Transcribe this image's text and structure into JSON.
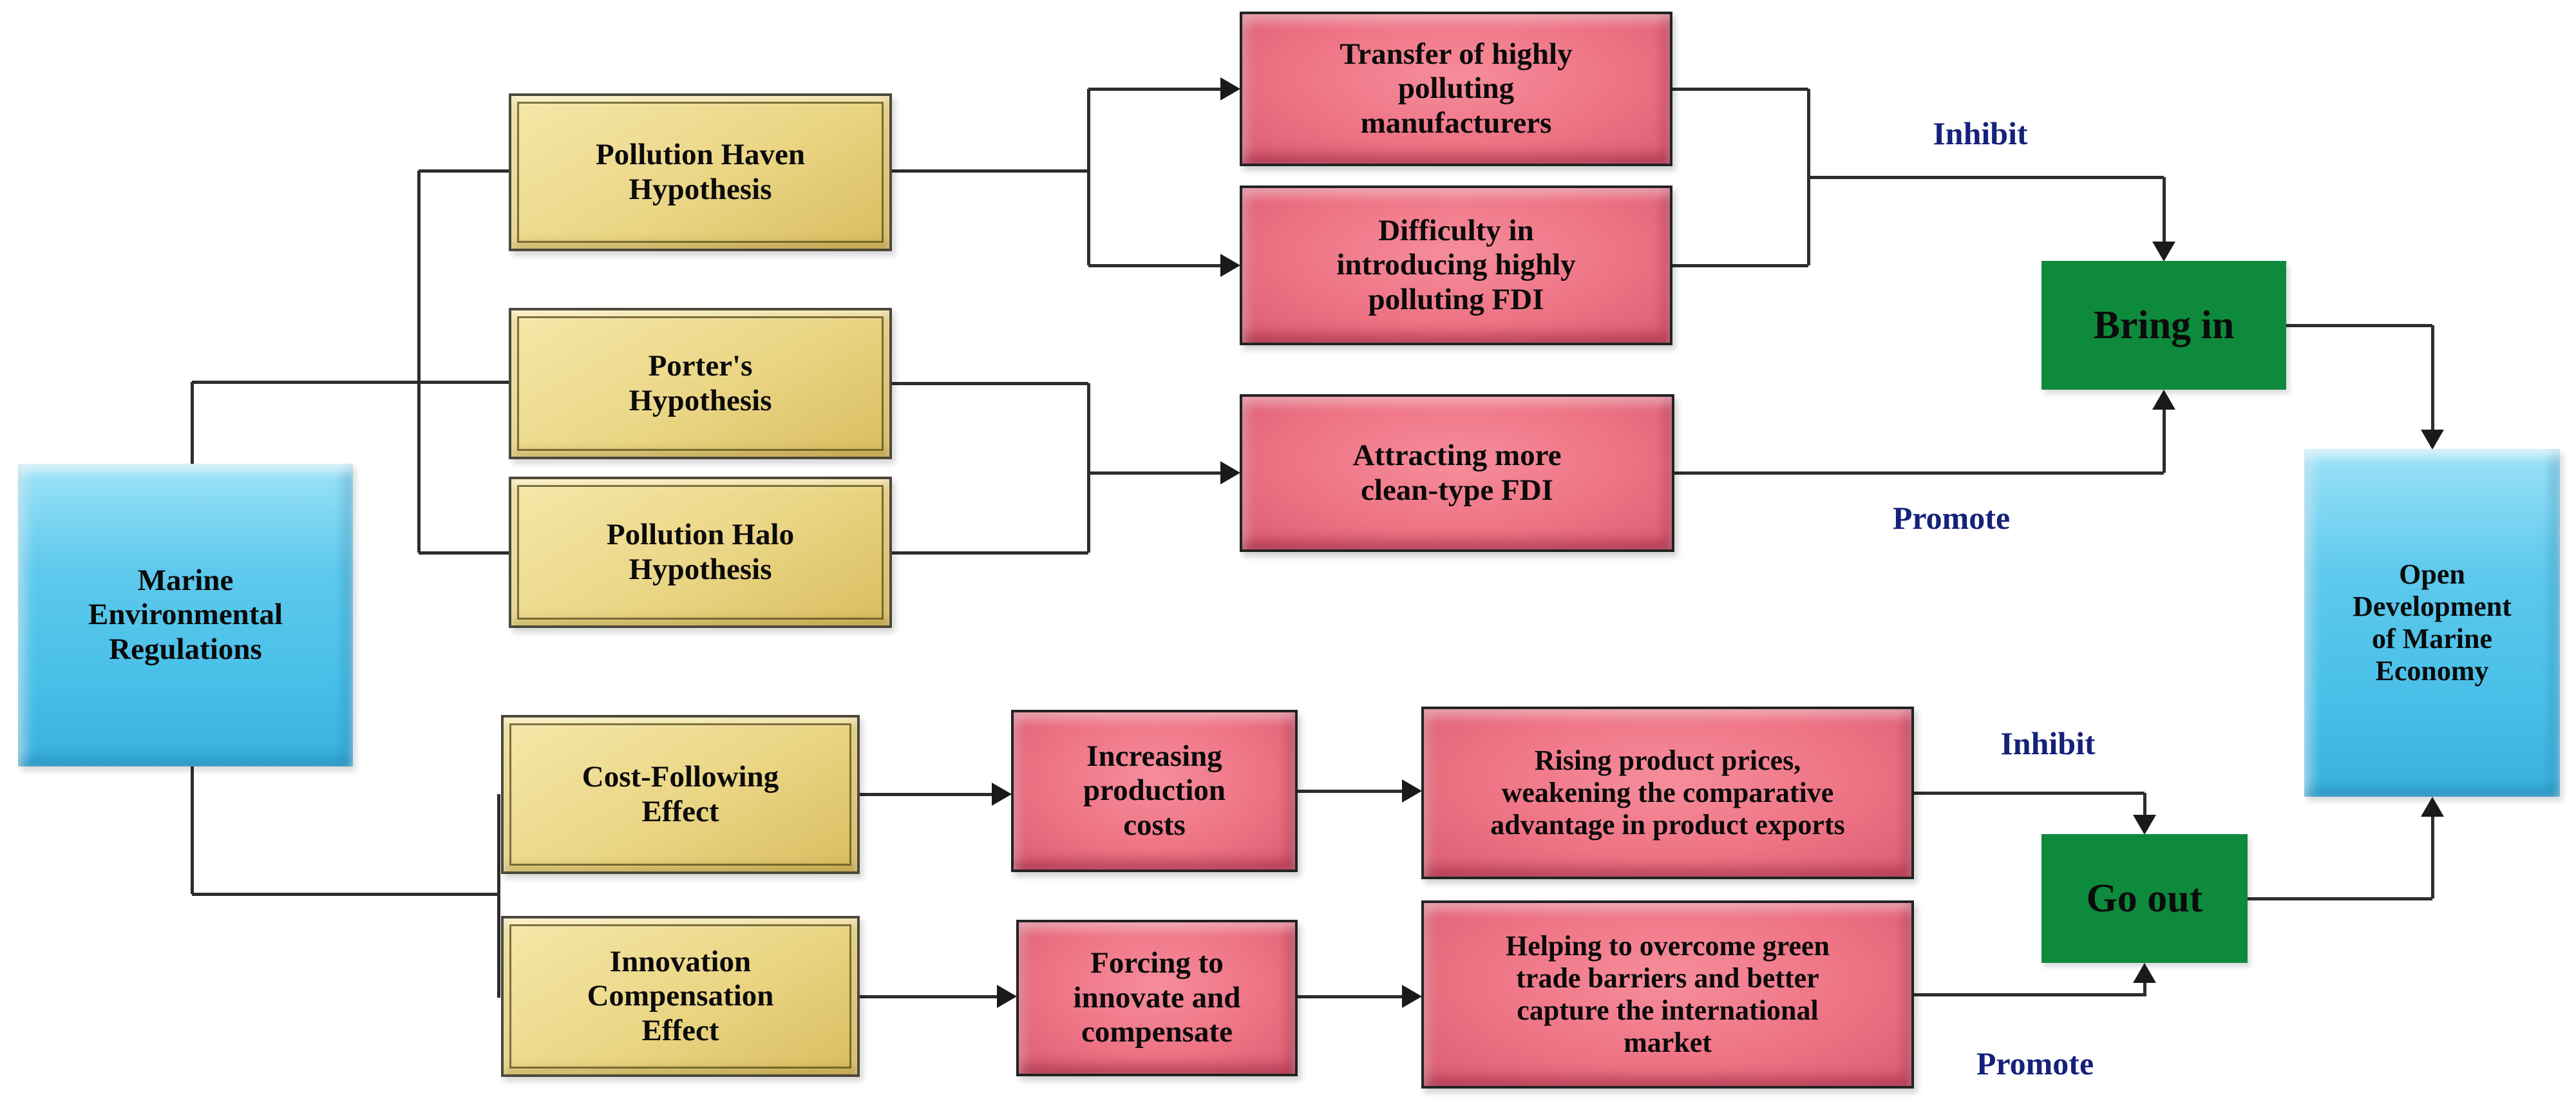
{
  "nodes": {
    "marine": {
      "label": "Marine\nEnvironmental\nRegulations"
    },
    "pollution_haven": {
      "label": "Pollution Haven\nHypothesis"
    },
    "porters": {
      "label": "Porter's\nHypothesis"
    },
    "pollution_halo": {
      "label": "Pollution Halo\nHypothesis"
    },
    "cost_following": {
      "label": "Cost-Following\nEffect"
    },
    "innovation_compensation": {
      "label": "Innovation\nCompensation\nEffect"
    },
    "transfer": {
      "label": "Transfer of highly\npolluting\nmanufacturers"
    },
    "difficulty": {
      "label": "Difficulty in\nintroducing highly\npolluting FDI"
    },
    "attracting": {
      "label": "Attracting more\nclean-type FDI"
    },
    "increasing": {
      "label": "Increasing\nproduction\ncosts"
    },
    "forcing": {
      "label": "Forcing to\ninnovate and\ncompensate"
    },
    "rising": {
      "label": "Rising product prices,\nweakening the comparative\nadvantage in product exports"
    },
    "helping": {
      "label": "Helping to overcome green\ntrade barriers and better\ncapture the international\nmarket"
    },
    "bring_in": {
      "label": "Bring in"
    },
    "go_out": {
      "label": "Go out"
    },
    "open_development": {
      "label": "Open\nDevelopment\nof Marine\nEconomy"
    }
  },
  "edge_labels": {
    "inhibit_top": "Inhibit",
    "promote_top": "Promote",
    "inhibit_bottom": "Inhibit",
    "promote_bottom": "Promote"
  },
  "colors": {
    "source_fill": "#55c6eb",
    "hypothesis_fill": "#ead584",
    "mechanism_fill": "#ec6e80",
    "channel_fill": "#0d8a3c",
    "edge_label_text": "#15217a",
    "line": "#2d2d2d"
  }
}
